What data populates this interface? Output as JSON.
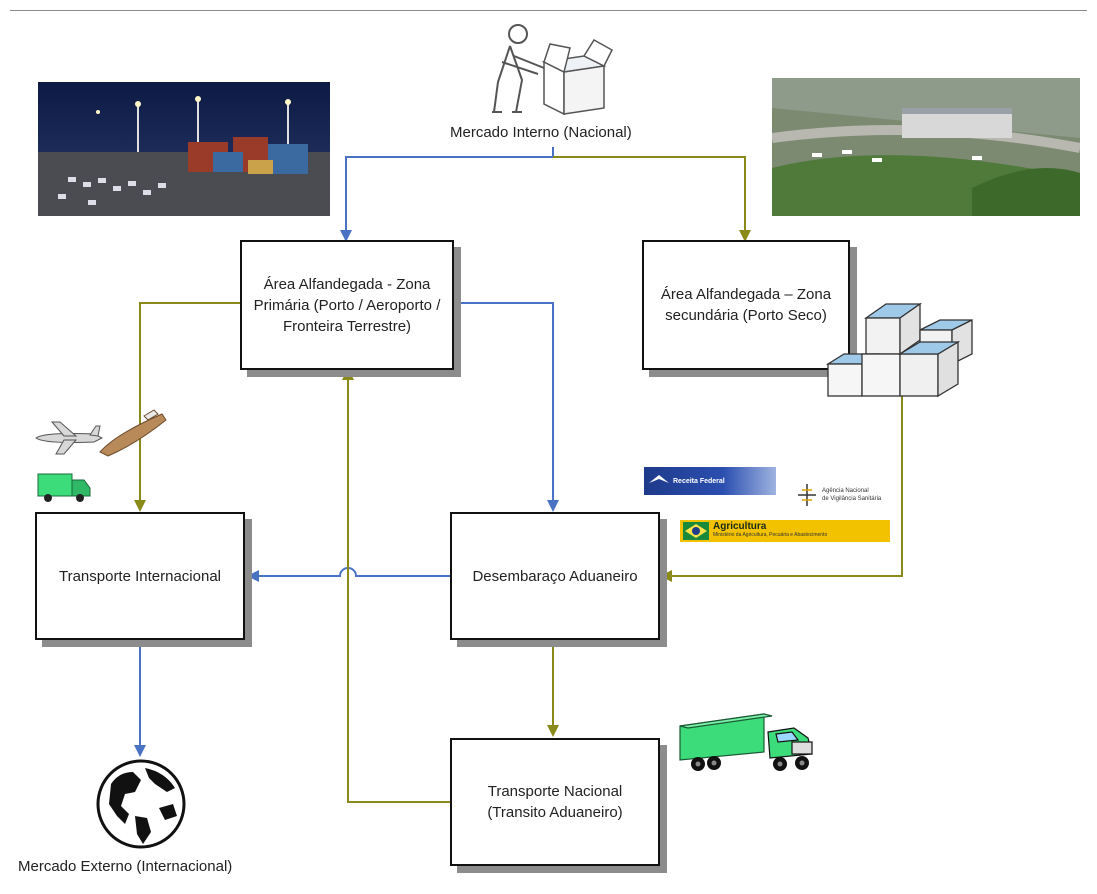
{
  "nodes": {
    "zona_primaria": "Área Alfandegada - Zona Primária (Porto / Aeroporto / Fronteira Terrestre)",
    "zona_secundaria": "Área Alfandegada – Zona secundária (Porto Seco)",
    "transporte_internacional": "Transporte Internacional",
    "desembaraco": "Desembaraço Aduaneiro",
    "transporte_nacional": "Transporte Nacional (Transito Aduaneiro)"
  },
  "labels": {
    "mercado_interno": "Mercado Interno (Nacional)",
    "mercado_externo": "Mercado Externo (Internacional)"
  },
  "logos": {
    "receita": "Receita Federal",
    "anvisa_line1": "Agência Nacional",
    "anvisa_line2": "de Vigilância Sanitária",
    "agricultura_title": "Agricultura",
    "agricultura_sub": "Ministério da Agricultura, Pecuária e Abastecimento"
  },
  "colors": {
    "blue_arrow": "#4a72c4",
    "olive_arrow": "#8a8a1a",
    "box_border": "#111111",
    "truck_green": "#3ddc7a"
  }
}
